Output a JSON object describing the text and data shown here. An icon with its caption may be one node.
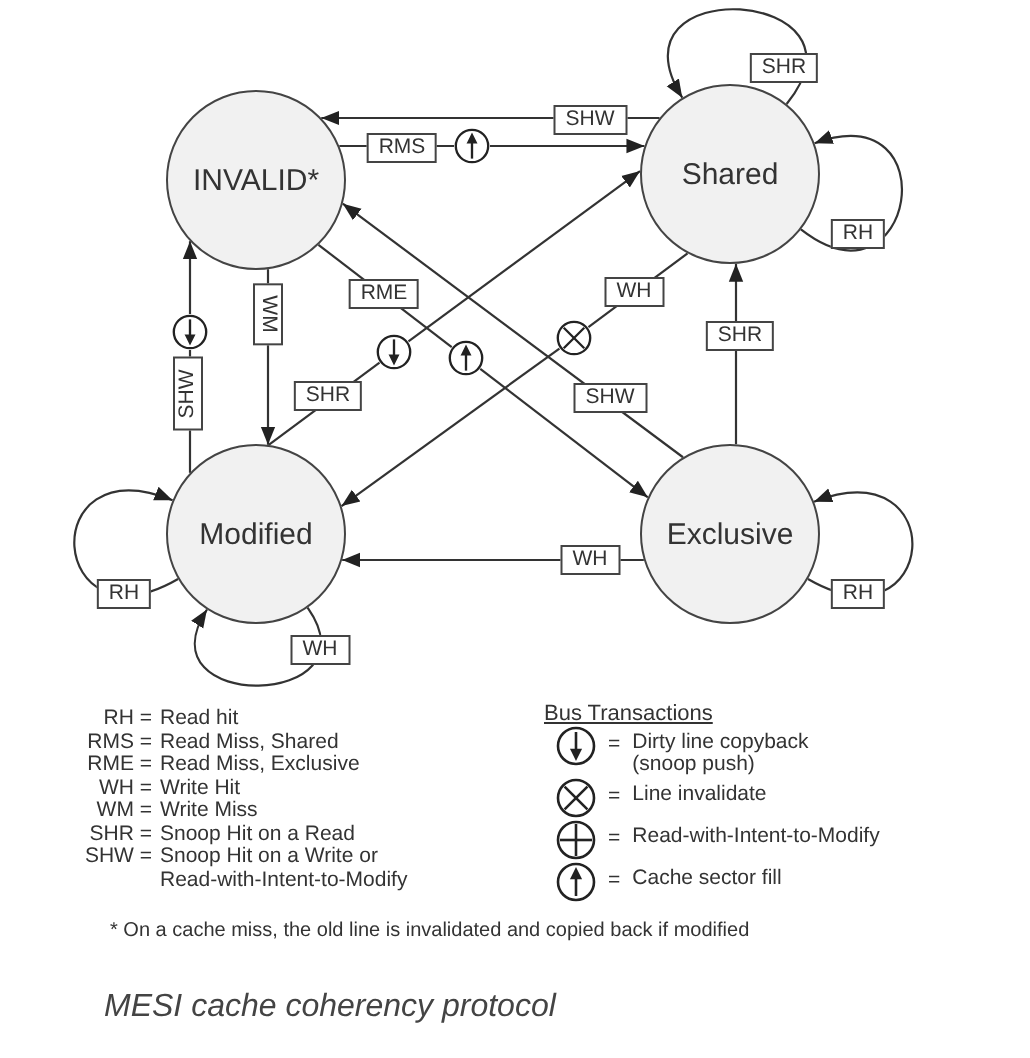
{
  "diagram": {
    "caption": "MESI cache coherency protocol",
    "nodes": [
      {
        "text": [
          "INVALID*"
        ]
      },
      {
        "text": [
          "Shared"
        ]
      },
      {
        "text": [
          "Modified"
        ]
      },
      {
        "text": [
          "Exclusive"
        ]
      },
      {
        "text": [],
        "shape": "circle"
      },
      {
        "text": [],
        "shape": "circle"
      },
      {
        "text": [],
        "shape": "circle"
      },
      {
        "text": [],
        "shape": "circle"
      },
      {
        "text": [],
        "shape": "circle"
      }
    ],
    "edges": [
      {
        "from": 1,
        "to": 0,
        "arrow": "to",
        "label": "SHW"
      },
      {
        "from": 0,
        "to": 4,
        "arrow": "none",
        "label": "RMS"
      },
      {
        "from": 4,
        "to": 1,
        "arrow": "to"
      },
      {
        "from": 2,
        "to": 7,
        "arrow": "none",
        "label": "SHR"
      },
      {
        "from": 7,
        "to": 1,
        "arrow": "to"
      },
      {
        "from": 1,
        "to": 6,
        "arrow": "none",
        "label": "WH"
      },
      {
        "from": 6,
        "to": 2,
        "arrow": "to"
      },
      {
        "from": 0,
        "to": 8,
        "arrow": "none",
        "label": "RME"
      },
      {
        "from": 8,
        "to": 3,
        "arrow": "to"
      },
      {
        "from": 3,
        "to": 0,
        "arrow": "to",
        "label": "SHW"
      },
      {
        "from": 2,
        "to": 5,
        "arrow": "none",
        "label": "SHW"
      },
      {
        "from": 5,
        "to": 0,
        "arrow": "to"
      },
      {
        "from": 0,
        "to": 2,
        "arrow": "to",
        "label": "WM"
      },
      {
        "from": 3,
        "to": 1,
        "arrow": "to",
        "label": "SHR"
      },
      {
        "from": 3,
        "to": 2,
        "arrow": "to",
        "label": "WH"
      },
      {
        "from": 1,
        "to": 1,
        "arrow": "to",
        "label": "SHR"
      },
      {
        "from": 1,
        "to": 1,
        "arrow": "to",
        "label": "RH"
      },
      {
        "from": 2,
        "to": 2,
        "arrow": "to",
        "label": "RH"
      },
      {
        "from": 2,
        "to": 2,
        "arrow": "to",
        "label": "WH"
      },
      {
        "from": 3,
        "to": 3,
        "arrow": "to",
        "label": "RH"
      }
    ],
    "labels": [
      "RH =",
      "Read hit",
      "RMS =",
      "Read Miss, Shared",
      "RME =",
      "Read Miss, Exclusive",
      "WH =",
      "Write Hit",
      "WM =",
      "Write Miss",
      "SHR =",
      "Snoop Hit on a Read",
      "SHW =",
      "Snoop Hit on a Write or Read-with-Intent-to-Modify",
      "Bus Transactions",
      "=",
      "=",
      "=",
      "=",
      "* On a cache miss, the old line is invalidated and copied back if modified"
    ],
    "legend": [
      {
        "text": "Dirty line copyback (snoop push)"
      },
      {
        "text": "Line invalidate"
      },
      {
        "text": "Read-with-Intent-to-Modify"
      },
      {
        "text": "Cache sector fill"
      }
    ]
  }
}
